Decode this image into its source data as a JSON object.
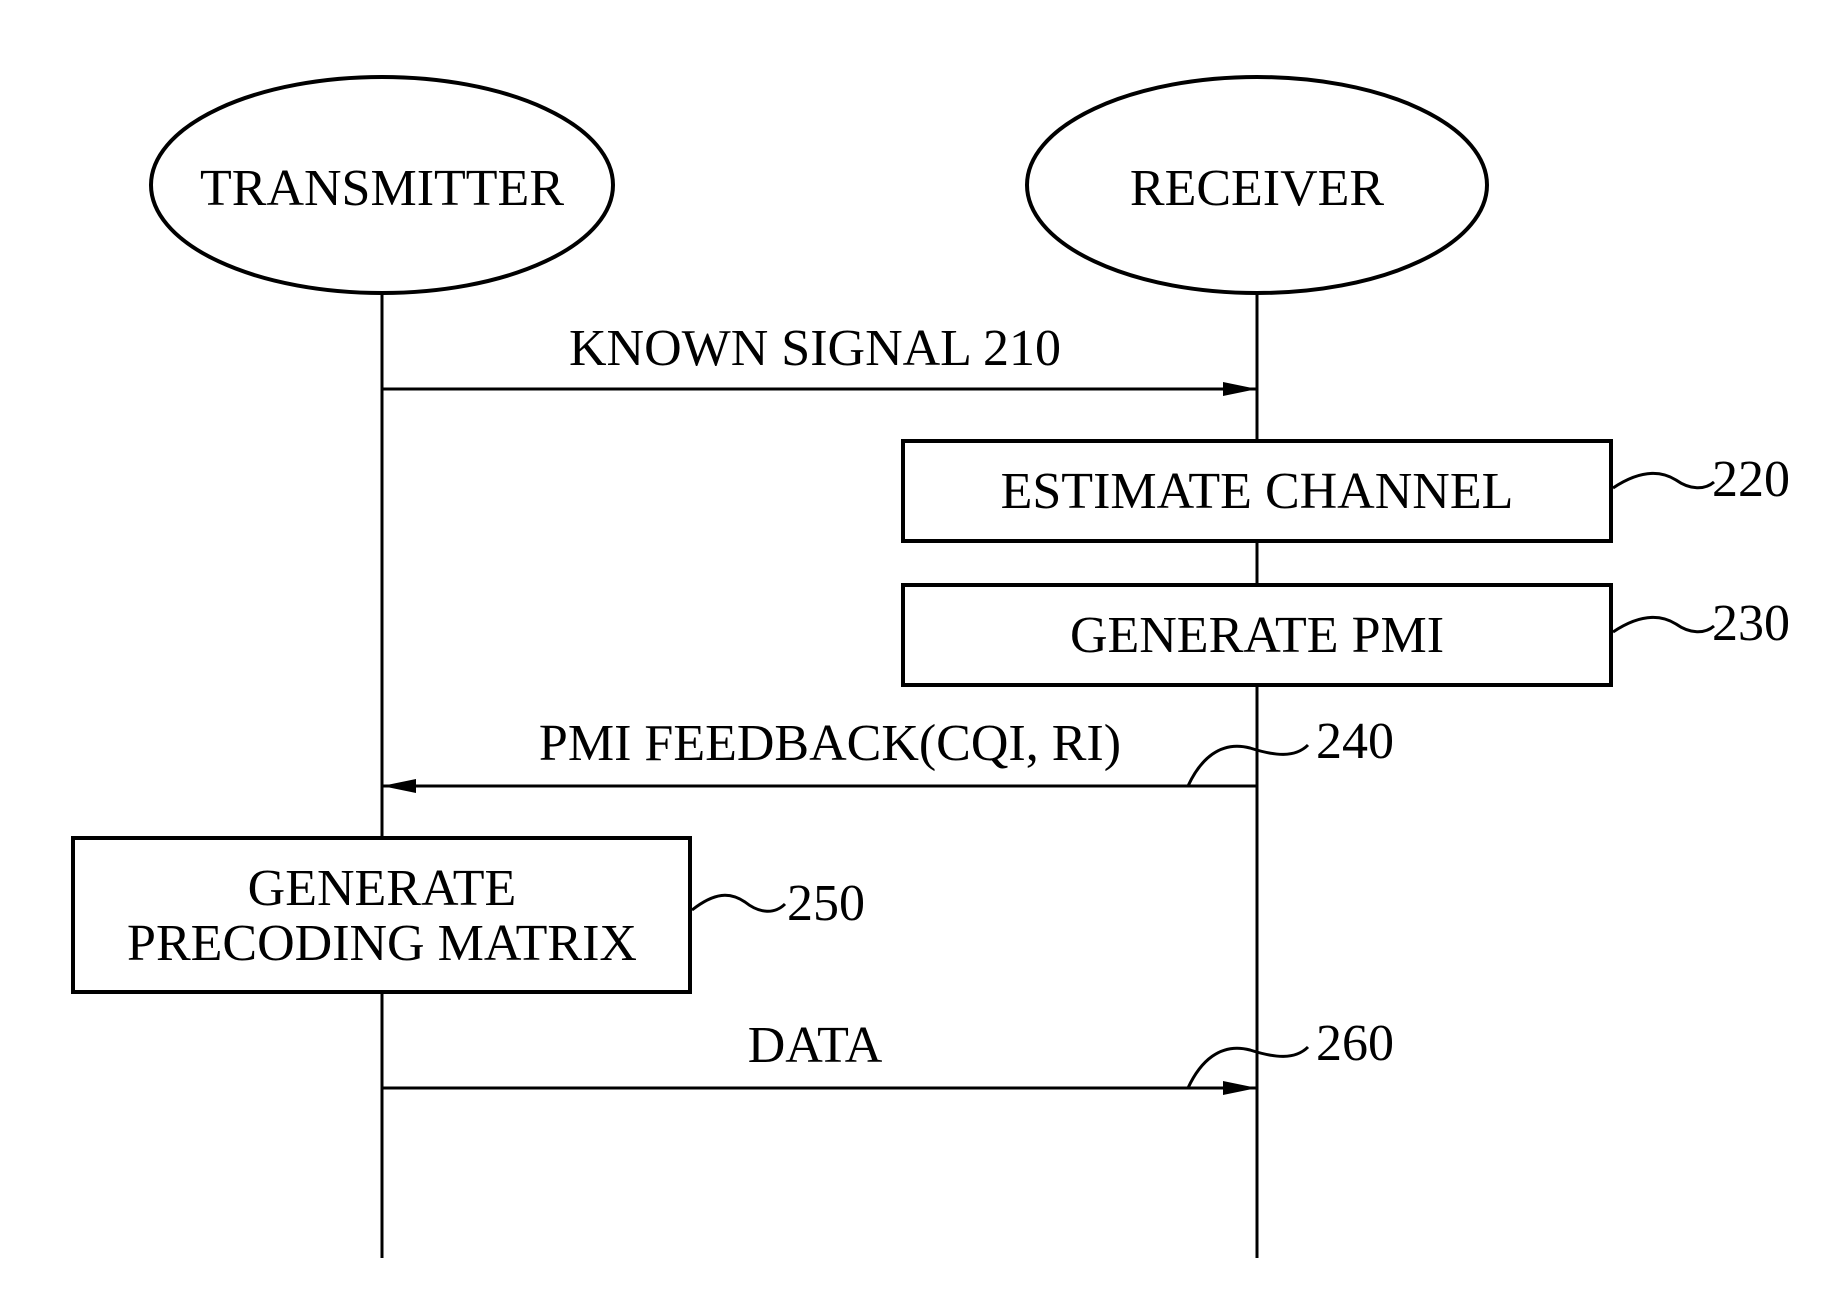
{
  "participants": {
    "transmitter": "TRANSMITTER",
    "receiver": "RECEIVER"
  },
  "messages": {
    "known_signal": "KNOWN SIGNAL 210",
    "pmi_feedback": "PMI FEEDBACK(CQI, RI)",
    "pmi_feedback_ref": "240",
    "data": "DATA",
    "data_ref": "260"
  },
  "steps": {
    "estimate_channel": "ESTIMATE CHANNEL",
    "estimate_channel_ref": "220",
    "generate_pmi": "GENERATE PMI",
    "generate_pmi_ref": "230",
    "generate_precoding_line1": "GENERATE",
    "generate_precoding_line2": "PRECODING MATRIX",
    "generate_precoding_ref": "250"
  },
  "colors": {
    "ink": "#000000",
    "background": "#ffffff"
  }
}
